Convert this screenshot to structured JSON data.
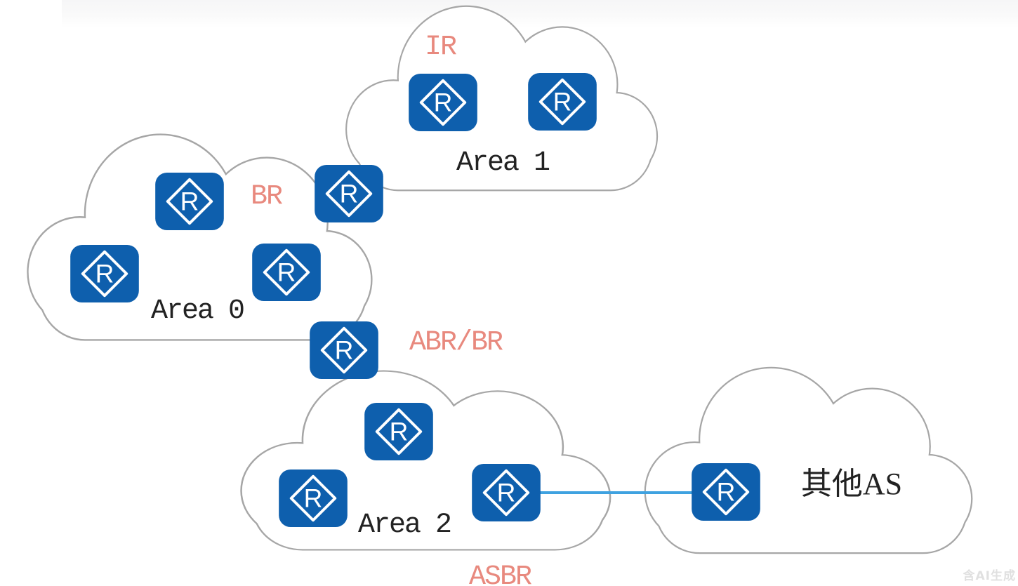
{
  "areas": {
    "area1": {
      "label": "Area 1",
      "role_label": "IR",
      "router_count": 2
    },
    "area0": {
      "label": "Area 0",
      "role_label": "BR",
      "router_count": 3
    },
    "area2": {
      "label": "Area 2",
      "role_label_top": "ABR/BR",
      "role_label_bottom": "ASBR",
      "router_count": 3
    },
    "other_as": {
      "label": "其他AS",
      "router_count": 1
    }
  },
  "router_icon": {
    "letter": "R",
    "name": "huawei-router-icon"
  },
  "connection": {
    "from_router": "asbr-router",
    "to_router": "other-as-router"
  },
  "watermark": {
    "text": "含AI生成"
  },
  "colors": {
    "router_blue": "#0e5fad",
    "cloud_outline": "#a6a6a6",
    "role_label": "#e8897e",
    "area_label": "#222222",
    "link_line": "#3fa2e0",
    "watermark": "#e0e0e0",
    "background": "#ffffff"
  }
}
